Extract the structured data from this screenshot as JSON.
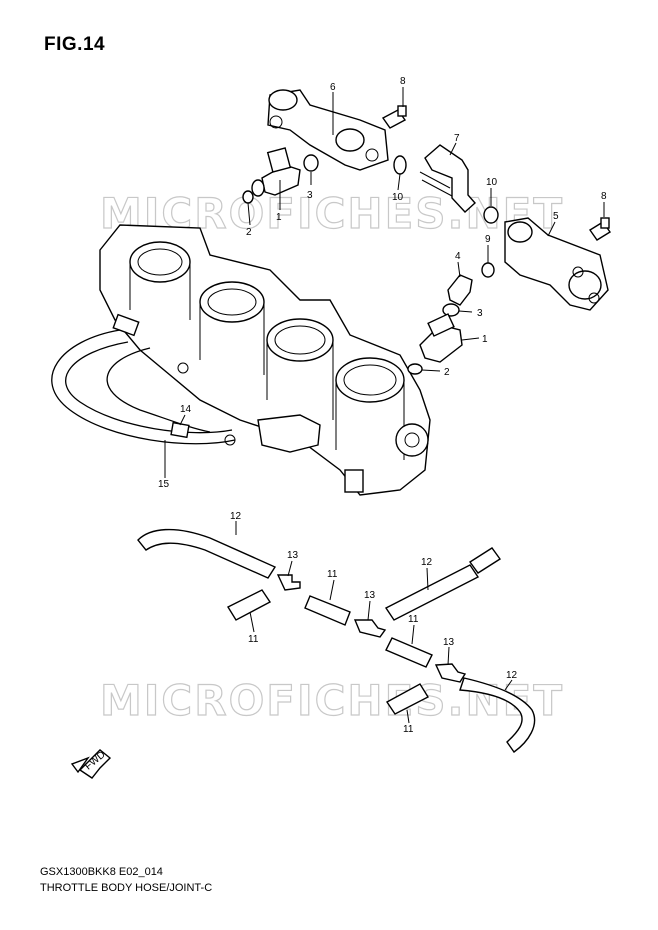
{
  "figure": {
    "title": "FIG.14",
    "code": "GSX1300BKK8 E02_014",
    "caption": "THROTTLE BODY HOSE/JOINT-C"
  },
  "watermark": "MICROFICHES.NET",
  "fwd_label": "FWD",
  "callouts": {
    "c1a": "1",
    "c1b": "1",
    "c2a": "2",
    "c2b": "2",
    "c3a": "3",
    "c3b": "3",
    "c4": "4",
    "c5": "5",
    "c6": "6",
    "c7": "7",
    "c8a": "8",
    "c8b": "8",
    "c9": "9",
    "c10a": "10",
    "c10b": "10",
    "c11a": "11",
    "c11b": "11",
    "c11c": "11",
    "c11d": "11",
    "c12a": "12",
    "c12b": "12",
    "c12c": "12",
    "c13a": "13",
    "c13b": "13",
    "c13c": "13",
    "c14": "14",
    "c15": "15"
  }
}
